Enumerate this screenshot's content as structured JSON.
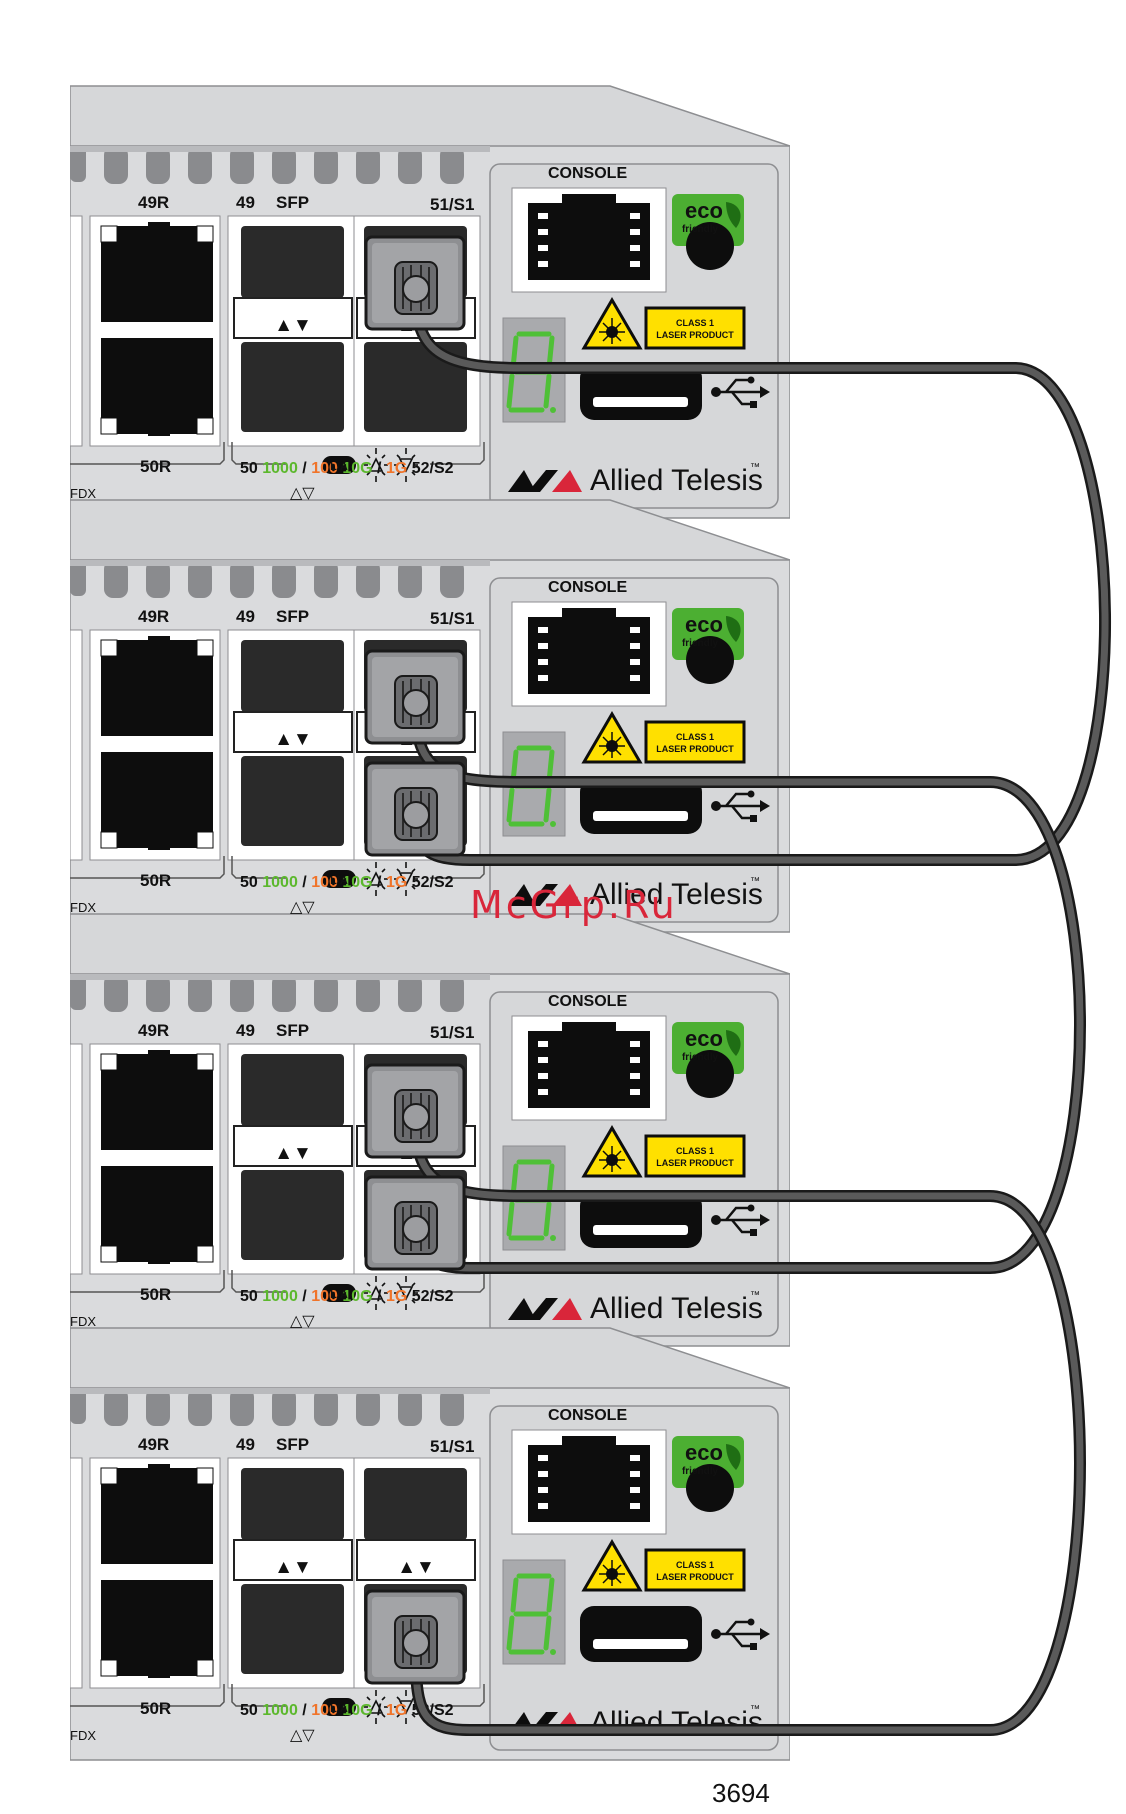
{
  "figure_number": "3694",
  "watermark": "McGrp.Ru",
  "switch_labels": {
    "port_49r": "49R",
    "port_50r": "50R",
    "port_49": "49",
    "sfp": "SFP",
    "port_50": "50",
    "port_51": "51/S1",
    "port_52": "52/S2",
    "console": "CONSOLE",
    "speed_1000": "1000",
    "speed_100": "100",
    "speed_10g": "10G",
    "speed_1g": "1G",
    "separator": "/",
    "fdx": "FDX",
    "la": "L/A",
    "link_arrows": "▲▼",
    "link_arrows_outline": "△▽",
    "eco": "eco",
    "friendly": "friendly",
    "laser_line1": "CLASS 1",
    "laser_line2": "LASER PRODUCT",
    "brand": "Allied Telesis",
    "trademark": "™"
  },
  "colors": {
    "chassis": "#d6d7d9",
    "chassis_dark": "#b9babd",
    "port_black": "#0d0d0d",
    "sfp_cage": "#2a2a2a",
    "green": "#5cb82d",
    "orange": "#f0742a",
    "eco_green": "#4caf32",
    "laser_yellow": "#ffe000",
    "cable": "#5a5a5a"
  },
  "switches": [
    {
      "id": "switch-1",
      "plugs": [
        "51"
      ]
    },
    {
      "id": "switch-2",
      "plugs": [
        "51",
        "52"
      ]
    },
    {
      "id": "switch-3",
      "plugs": [
        "51",
        "52"
      ]
    },
    {
      "id": "switch-4",
      "plugs": [
        "52"
      ]
    }
  ]
}
